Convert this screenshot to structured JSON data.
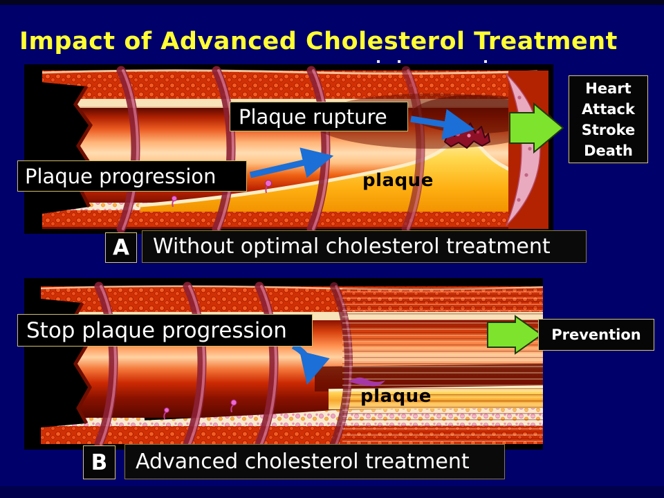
{
  "slide": {
    "title": "Impact of Advanced Cholesterol Treatment",
    "colors": {
      "background": "#00006B",
      "title_text": "#FFFF33",
      "panel_background": "#000000",
      "label_text": "#FFFFFF",
      "label_border": "#CFC06A",
      "arrow_blue": "#1B6FD6",
      "arrow_green": "#7EE32C",
      "plaque_yellow": "#FFD24E"
    }
  },
  "panel_a": {
    "letter": "A",
    "caption": "Without optimal cholesterol treatment",
    "labels": {
      "progression": "Plaque progression",
      "rupture": "Plaque rupture",
      "plaque": "plaque"
    },
    "outcome": {
      "lines": [
        "Heart",
        "Attack",
        "Stroke",
        "Death"
      ]
    }
  },
  "panel_b": {
    "letter": "B",
    "caption": "Advanced cholesterol treatment",
    "labels": {
      "stop": "Stop plaque progression",
      "plaque": "plaque"
    },
    "outcome": "Prevention"
  }
}
